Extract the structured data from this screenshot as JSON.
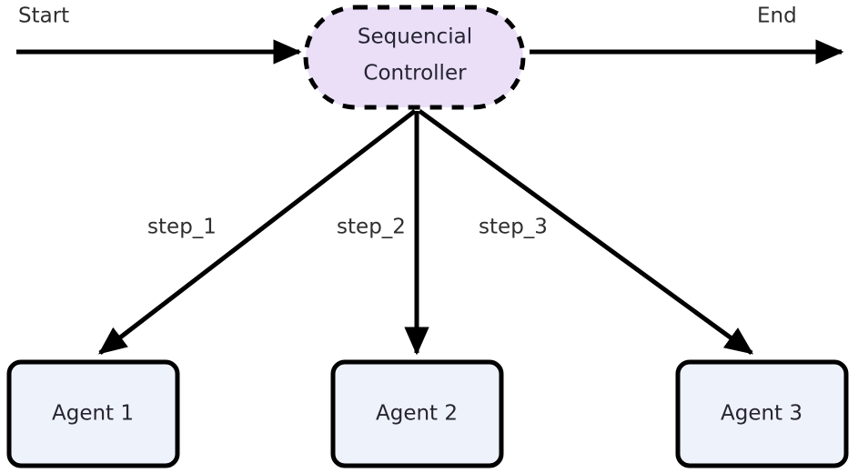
{
  "diagram": {
    "type": "flowchart",
    "background_color": "#ffffff",
    "terminals": {
      "start_label": "Start",
      "end_label": "End"
    },
    "controller": {
      "line1": "Sequencial",
      "line2": "Controller",
      "full_label": "Sequencial Controller",
      "shape": "stadium-dashed",
      "fill_color": "#eadff7",
      "border_color": "#000000",
      "text_color": "#262433"
    },
    "agents": [
      {
        "label": "Agent 1",
        "shape": "rounded-rect",
        "fill_color": "#eef2fa",
        "border_color": "#000000"
      },
      {
        "label": "Agent 2",
        "shape": "rounded-rect",
        "fill_color": "#eef2fa",
        "border_color": "#000000"
      },
      {
        "label": "Agent 3",
        "shape": "rounded-rect",
        "fill_color": "#eef2fa",
        "border_color": "#000000"
      }
    ],
    "edge_labels": [
      "step_1",
      "step_2",
      "step_3"
    ]
  }
}
